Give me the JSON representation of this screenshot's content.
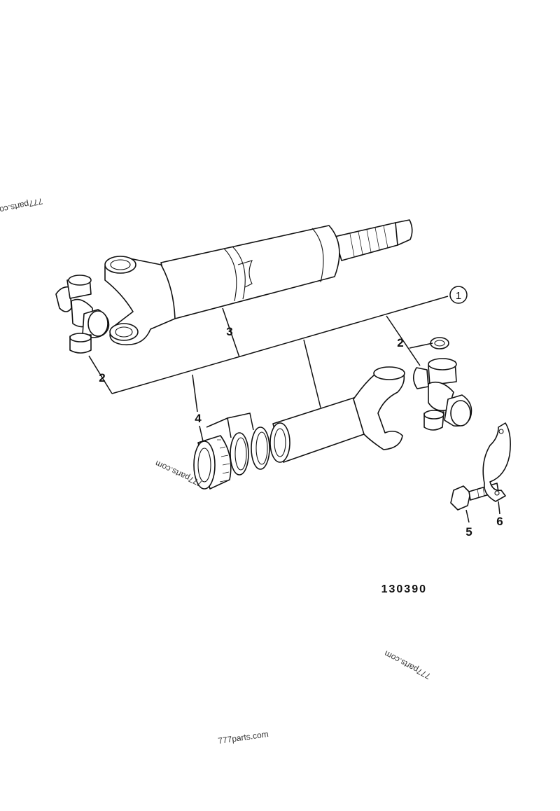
{
  "figure": {
    "drawing_number": "130390",
    "callouts": [
      "1",
      "2",
      "2",
      "3",
      "4",
      "5",
      "6"
    ],
    "watermarks": [
      "777parts.com",
      "777parts.com",
      "777parts.com",
      "777parts.com"
    ]
  }
}
